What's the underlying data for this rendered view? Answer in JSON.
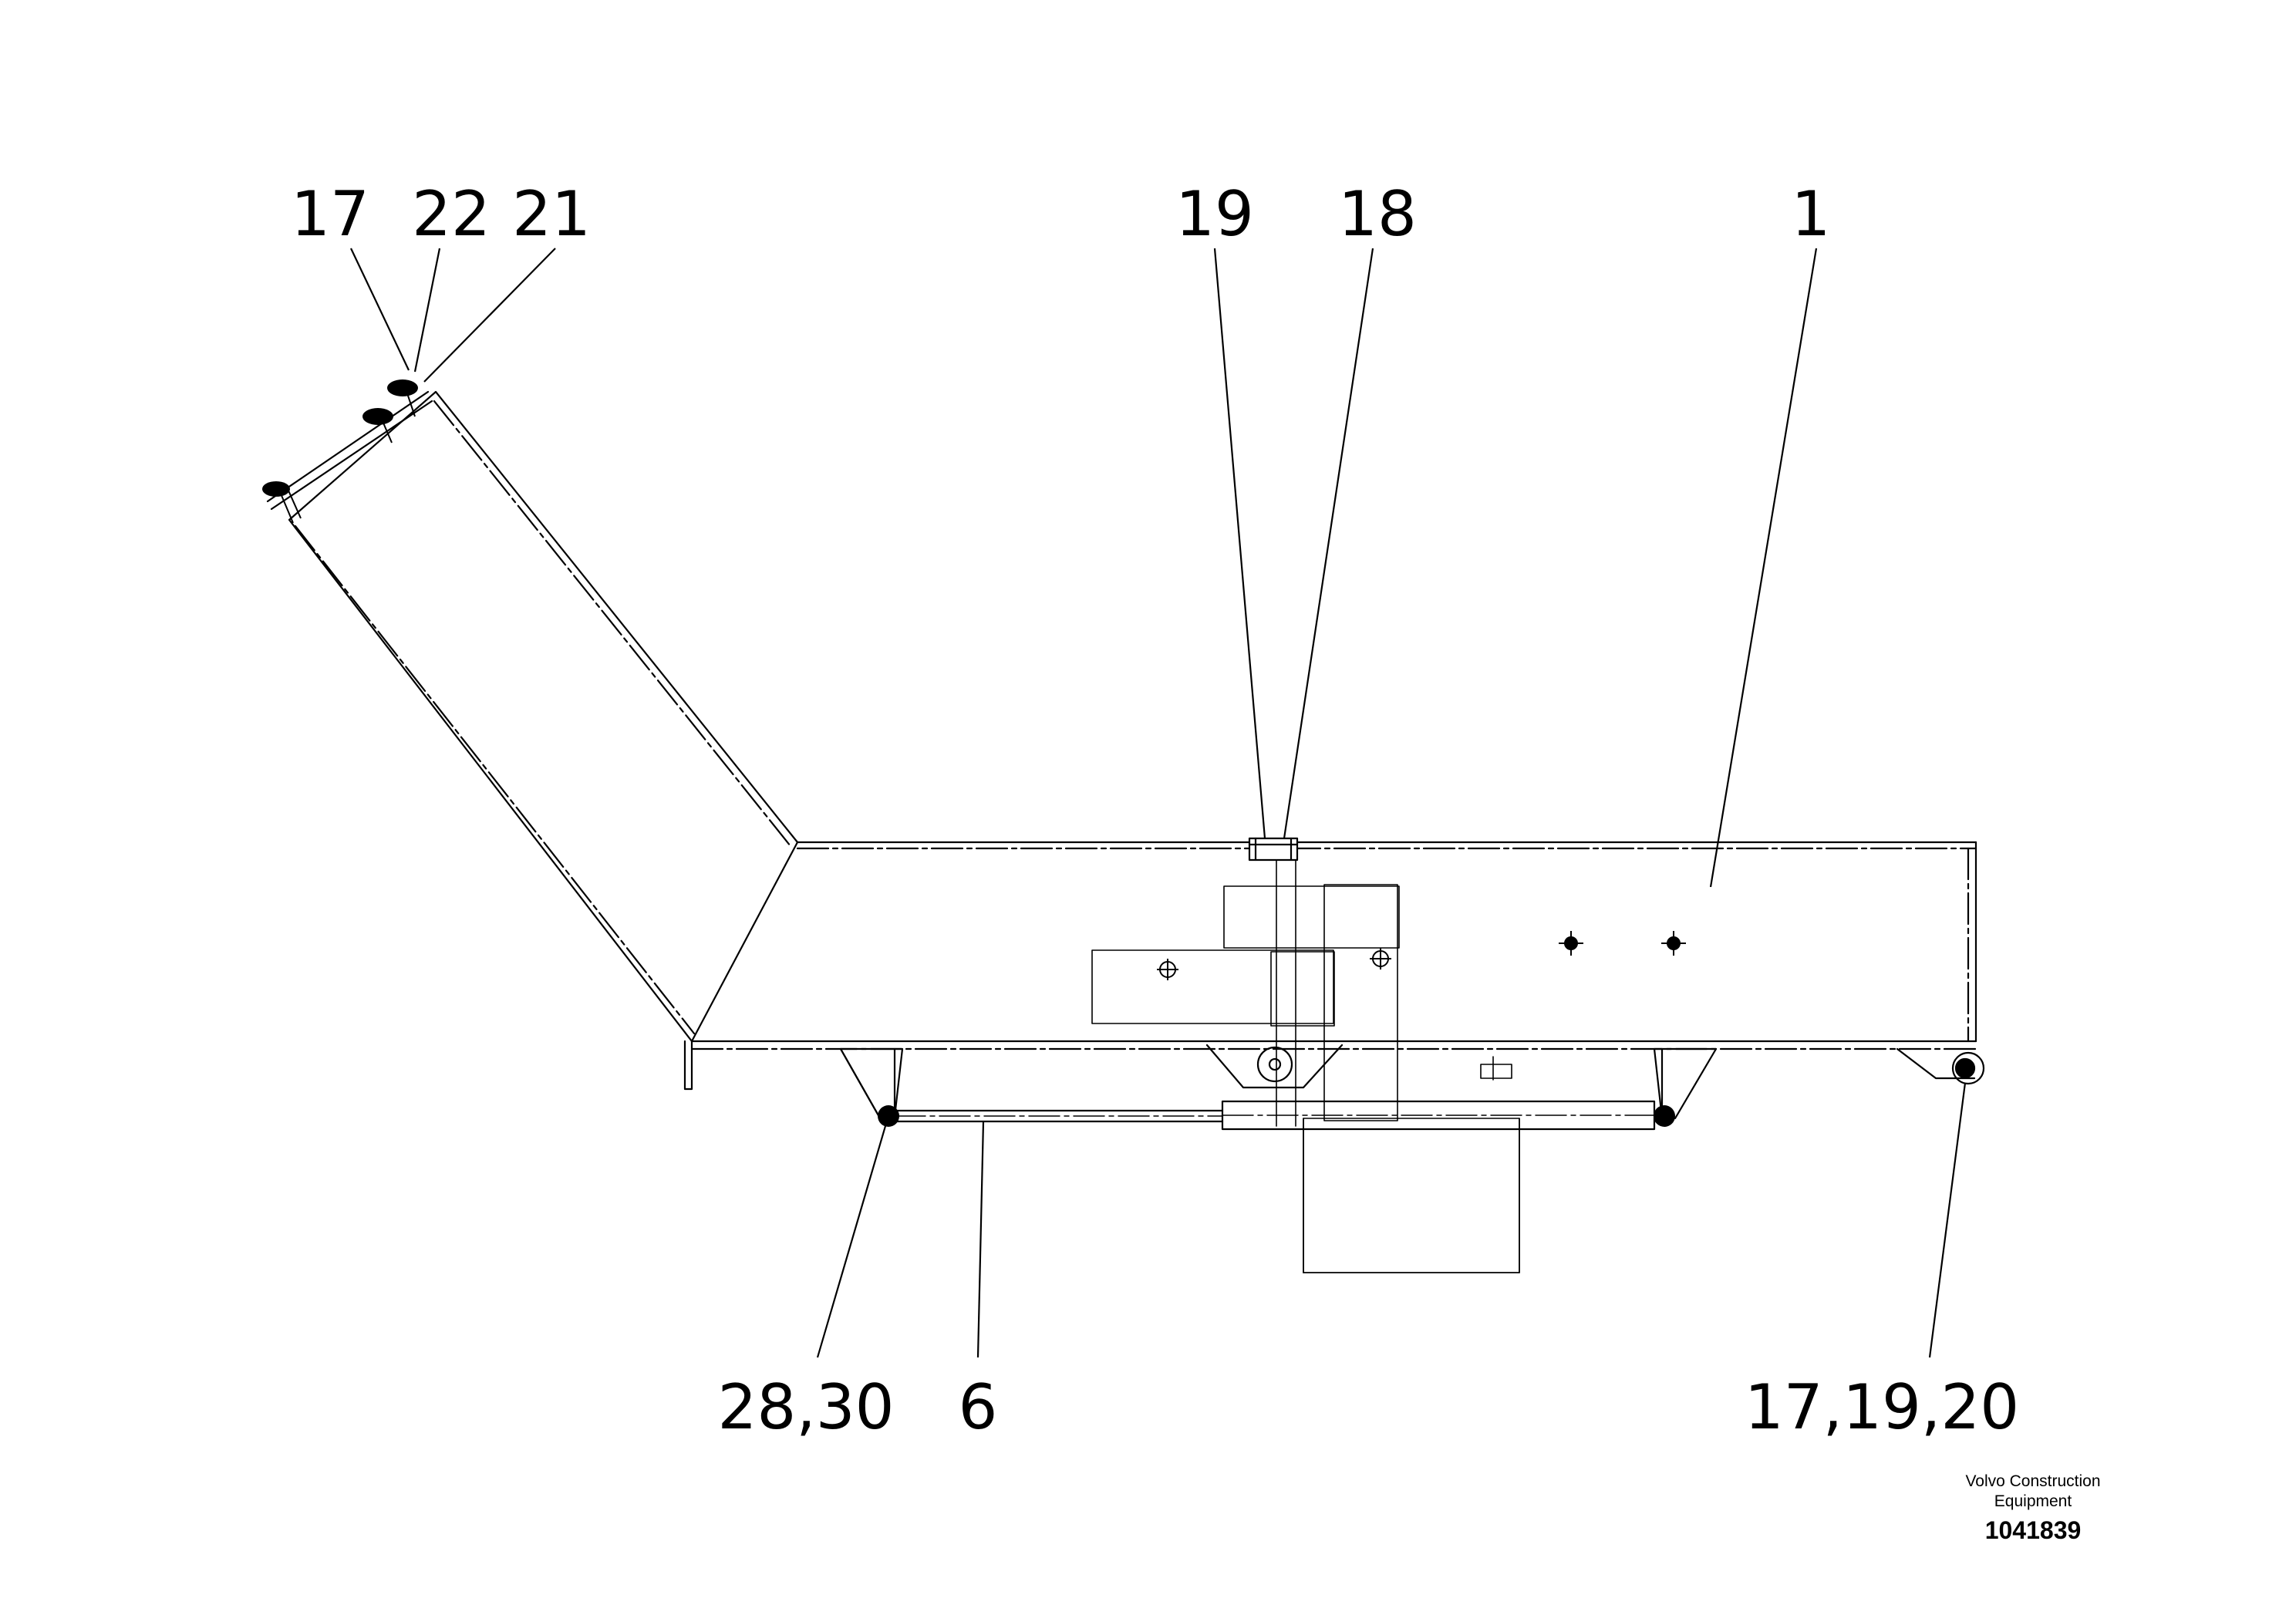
{
  "drawing": {
    "callouts": {
      "c17": "17",
      "c22": "22",
      "c21": "21",
      "c19": "19",
      "c18": "18",
      "c1": "1",
      "c2830": "28,30",
      "c6": "6",
      "c171920": "17,19,20"
    }
  },
  "footer": {
    "brand_line1": "Volvo Construction",
    "brand_line2": "Equipment",
    "doc_number": "1041839"
  },
  "colors": {
    "line": "#000000",
    "background": "#ffffff"
  }
}
